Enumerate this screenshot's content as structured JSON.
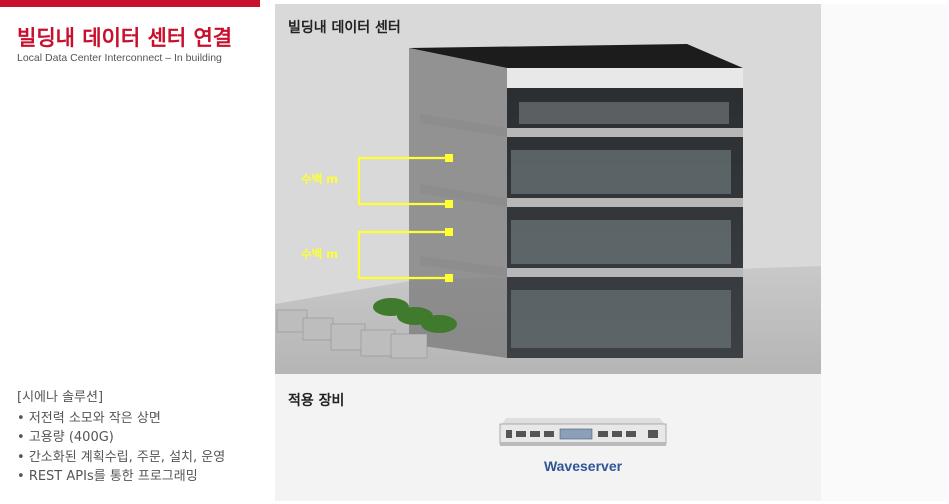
{
  "header": {
    "title": "빌딩내 데이터 센터 연결",
    "subtitle": "Local Data Center Interconnect – In building"
  },
  "solution": {
    "heading": "[시에나 솔루션]",
    "bullets": [
      "저전력 소모와 작은 상면",
      "고용량 (400G)",
      "간소화된 계획수립, 주문, 설치, 운영",
      "REST APIs를 통한 프로그래밍"
    ]
  },
  "diagram": {
    "label": "빌딩내 데이터 센터",
    "link_labels": [
      "수백 m",
      "수백 m"
    ]
  },
  "equipment": {
    "label": "적용 장비",
    "device_name": "Waveserver"
  },
  "colors": {
    "accent": "#c8102e",
    "link": "#ffff33",
    "device_name": "#2f5597"
  }
}
